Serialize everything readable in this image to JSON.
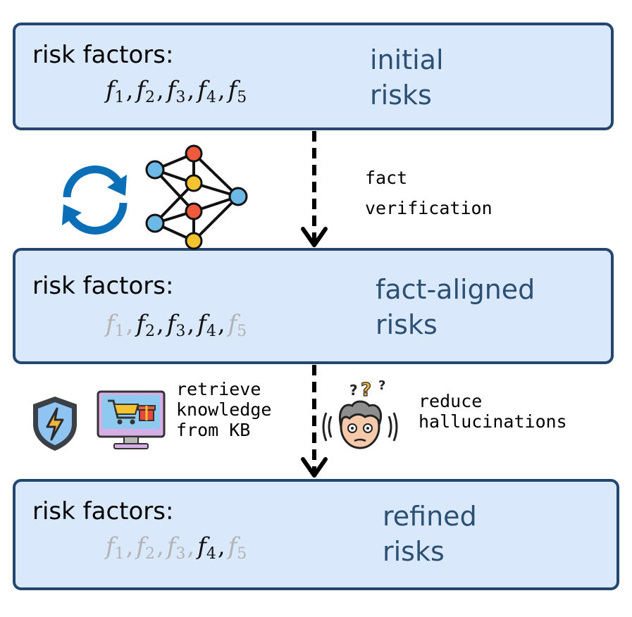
{
  "stages": [
    {
      "label": "risk factors:",
      "title_line1": "initial",
      "title_line2": "risks",
      "factors": [
        {
          "name": "f",
          "sub": "1",
          "active": true
        },
        {
          "name": "f",
          "sub": "2",
          "active": true
        },
        {
          "name": "f",
          "sub": "3",
          "active": true
        },
        {
          "name": "f",
          "sub": "4",
          "active": true
        },
        {
          "name": "f",
          "sub": "5",
          "active": true
        }
      ]
    },
    {
      "label": "risk factors:",
      "title_line1": "fact-aligned",
      "title_line2": "risks",
      "factors": [
        {
          "name": "f",
          "sub": "1",
          "active": false
        },
        {
          "name": "f",
          "sub": "2",
          "active": true
        },
        {
          "name": "f",
          "sub": "3",
          "active": true
        },
        {
          "name": "f",
          "sub": "4",
          "active": true
        },
        {
          "name": "f",
          "sub": "5",
          "active": false
        }
      ]
    },
    {
      "label": "risk factors:",
      "title_line1": "refined",
      "title_line2": "risks",
      "factors": [
        {
          "name": "f",
          "sub": "1",
          "active": false
        },
        {
          "name": "f",
          "sub": "2",
          "active": false
        },
        {
          "name": "f",
          "sub": "3",
          "active": false
        },
        {
          "name": "f",
          "sub": "4",
          "active": true
        },
        {
          "name": "f",
          "sub": "5",
          "active": false
        }
      ]
    }
  ],
  "transitions": {
    "first": {
      "line1": "fact",
      "line2": "verification"
    },
    "retrieve": {
      "line1": "retrieve",
      "line2": "knowledge",
      "line3": "from KB"
    },
    "reduce": {
      "line1": "reduce",
      "line2": "hallucinations"
    }
  },
  "icons": [
    "refresh-cycle-icon",
    "neural-network-icon",
    "shield-lightning-icon",
    "shopping-monitor-icon",
    "confused-person-icon"
  ],
  "colors": {
    "box_fill": "#dae8fc",
    "box_border": "#25476f",
    "title_text": "#2c5073",
    "inactive_factor": "#b3b3b3"
  }
}
